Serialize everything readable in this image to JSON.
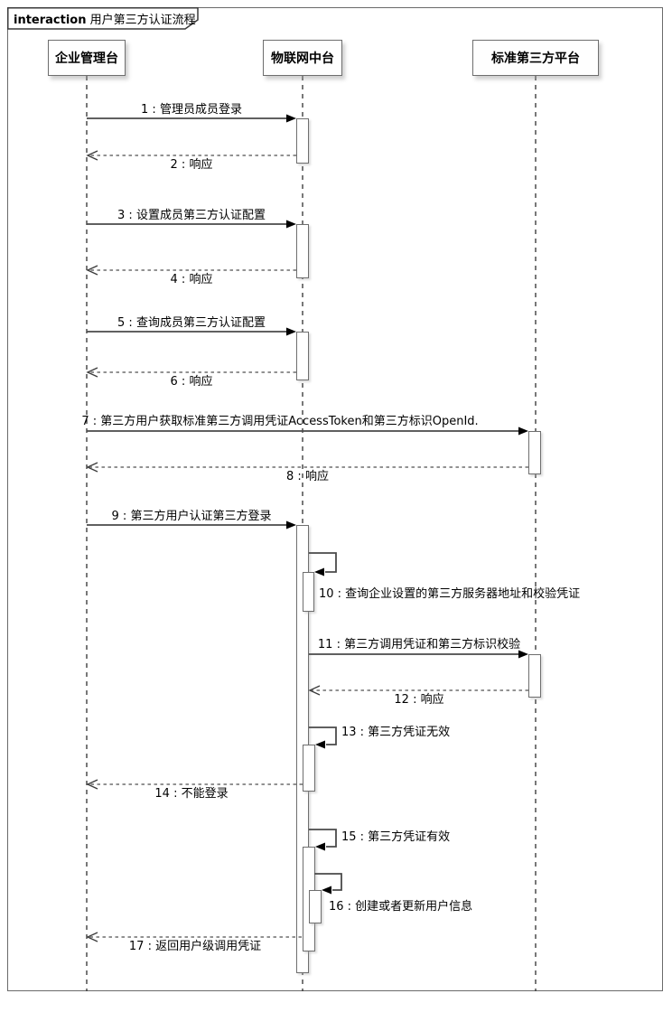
{
  "header": {
    "keyword": "interaction",
    "title": "用户第三方认证流程"
  },
  "lifelines": [
    {
      "label": "企业管理台"
    },
    {
      "label": "物联网中台"
    },
    {
      "label": "标准第三方平台"
    }
  ],
  "messages": [
    {
      "num": 1,
      "label": "1 : 管理员成员登录",
      "type": "request",
      "from": "企业管理台",
      "to": "物联网中台"
    },
    {
      "num": 2,
      "label": "2 : 响应",
      "type": "return",
      "from": "物联网中台",
      "to": "企业管理台"
    },
    {
      "num": 3,
      "label": "3 : 设置成员第三方认证配置",
      "type": "request",
      "from": "企业管理台",
      "to": "物联网中台"
    },
    {
      "num": 4,
      "label": "4 : 响应",
      "type": "return",
      "from": "物联网中台",
      "to": "企业管理台"
    },
    {
      "num": 5,
      "label": "5 : 查询成员第三方认证配置",
      "type": "request",
      "from": "企业管理台",
      "to": "物联网中台"
    },
    {
      "num": 6,
      "label": "6 : 响应",
      "type": "return",
      "from": "物联网中台",
      "to": "企业管理台"
    },
    {
      "num": 7,
      "label": "7 : 第三方用户获取标准第三方调用凭证AccessToken和第三方标识OpenId.",
      "type": "request",
      "from": "企业管理台",
      "to": "标准第三方平台"
    },
    {
      "num": 8,
      "label": "8 : 响应",
      "type": "return",
      "from": "标准第三方平台",
      "to": "企业管理台"
    },
    {
      "num": 9,
      "label": "9 : 第三方用户认证第三方登录",
      "type": "request",
      "from": "企业管理台",
      "to": "物联网中台"
    },
    {
      "num": 10,
      "label": "10 : 查询企业设置的第三方服务器地址和校验凭证",
      "type": "self",
      "from": "物联网中台",
      "to": "物联网中台"
    },
    {
      "num": 11,
      "label": "11 : 第三方调用凭证和第三方标识校验",
      "type": "request",
      "from": "物联网中台",
      "to": "标准第三方平台"
    },
    {
      "num": 12,
      "label": "12 : 响应",
      "type": "return",
      "from": "标准第三方平台",
      "to": "物联网中台"
    },
    {
      "num": 13,
      "label": "13 : 第三方凭证无效",
      "type": "self",
      "from": "物联网中台",
      "to": "物联网中台"
    },
    {
      "num": 14,
      "label": "14 : 不能登录",
      "type": "return",
      "from": "物联网中台",
      "to": "企业管理台"
    },
    {
      "num": 15,
      "label": "15 : 第三方凭证有效",
      "type": "self",
      "from": "物联网中台",
      "to": "物联网中台"
    },
    {
      "num": 16,
      "label": "16 : 创建或者更新用户信息",
      "type": "self",
      "from": "物联网中台",
      "to": "物联网中台"
    },
    {
      "num": 17,
      "label": "17 : 返回用户级调用凭证",
      "type": "return",
      "from": "物联网中台",
      "to": "企业管理台"
    }
  ],
  "colors": {
    "solid_line": "#4a4a4a",
    "return_line": "#828282",
    "box_border": "#6e6e6e",
    "frame_border": "#6a6a6a",
    "text": "#000000",
    "background": "#ffffff"
  }
}
